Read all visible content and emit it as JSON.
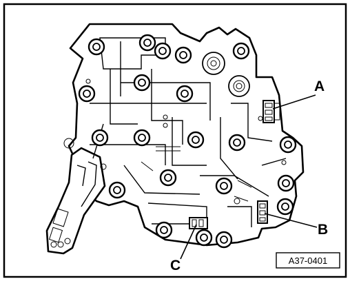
{
  "figure": {
    "callouts": [
      {
        "id": "A",
        "label": "A"
      },
      {
        "id": "B",
        "label": "B"
      },
      {
        "id": "C",
        "label": "C"
      }
    ],
    "figure_id": "A37-0401"
  },
  "colors": {
    "line": "#000000",
    "background": "#ffffff"
  }
}
